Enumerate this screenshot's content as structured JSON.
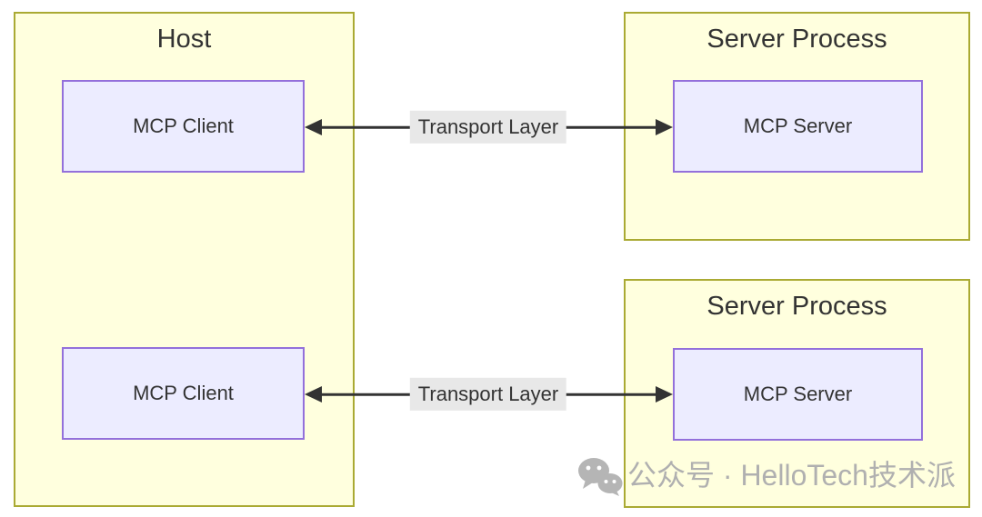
{
  "diagram": {
    "type": "flowchart",
    "clusters": {
      "host": {
        "title": "Host"
      },
      "server_process_1": {
        "title": "Server Process"
      },
      "server_process_2": {
        "title": "Server Process"
      }
    },
    "nodes": {
      "mcp_client_1": {
        "label": "MCP Client",
        "cluster": "host"
      },
      "mcp_client_2": {
        "label": "MCP Client",
        "cluster": "host"
      },
      "mcp_server_1": {
        "label": "MCP Server",
        "cluster": "server_process_1"
      },
      "mcp_server_2": {
        "label": "MCP Server",
        "cluster": "server_process_2"
      }
    },
    "edges": [
      {
        "from": "mcp_client_1",
        "to": "mcp_server_1",
        "label": "Transport Layer",
        "bidirectional": true
      },
      {
        "from": "mcp_client_2",
        "to": "mcp_server_2",
        "label": "Transport Layer",
        "bidirectional": true
      }
    ],
    "colors": {
      "cluster_fill": "#ffffde",
      "cluster_border": "#aaaa33",
      "node_fill": "#ececff",
      "node_border": "#9370db",
      "edge": "#333333",
      "edge_label_bg": "#e8e8e8",
      "text": "#333333"
    }
  },
  "watermark": {
    "icon": "wechat-icon",
    "text": "公众号 · HelloTech技术派",
    "color": "#b0b0b0"
  }
}
